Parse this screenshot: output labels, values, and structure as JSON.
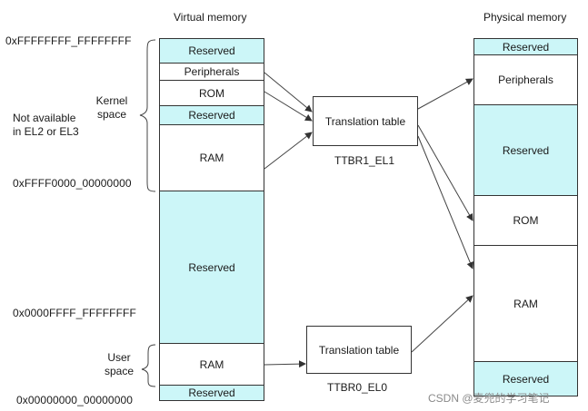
{
  "headings": {
    "virtual": "Virtual memory",
    "physical": "Physical memory"
  },
  "addresses": {
    "top": "0xFFFFFFFF_FFFFFFFF",
    "kernel_base": "0xFFFF0000_00000000",
    "user_top": "0x0000FFFF_FFFFFFFF",
    "bottom": "0x00000000_00000000"
  },
  "labels": {
    "kernel_space": "Kernel\nspace",
    "not_available": "Not available\nin EL2 or EL3",
    "user_space": "User\nspace"
  },
  "virtual_blocks": [
    {
      "label": "Reserved"
    },
    {
      "label": "Peripherals"
    },
    {
      "label": "ROM"
    },
    {
      "label": "Reserved"
    },
    {
      "label": "RAM"
    },
    {
      "label": "Reserved"
    },
    {
      "label": "RAM"
    },
    {
      "label": "Reserved"
    }
  ],
  "physical_blocks": [
    {
      "label": "Reserved"
    },
    {
      "label": "Peripherals"
    },
    {
      "label": "Reserved"
    },
    {
      "label": "ROM"
    },
    {
      "label": "RAM"
    },
    {
      "label": "Reserved"
    }
  ],
  "translation_tables": {
    "kernel": {
      "label": "Translation table",
      "register": "TTBR1_EL1"
    },
    "user": {
      "label": "Translation table",
      "register": "TTBR0_EL0"
    }
  },
  "watermark": "CSDN @麦兜的学习笔记",
  "colors": {
    "reserved_fill": "#ccf6f8",
    "border": "#333333"
  }
}
